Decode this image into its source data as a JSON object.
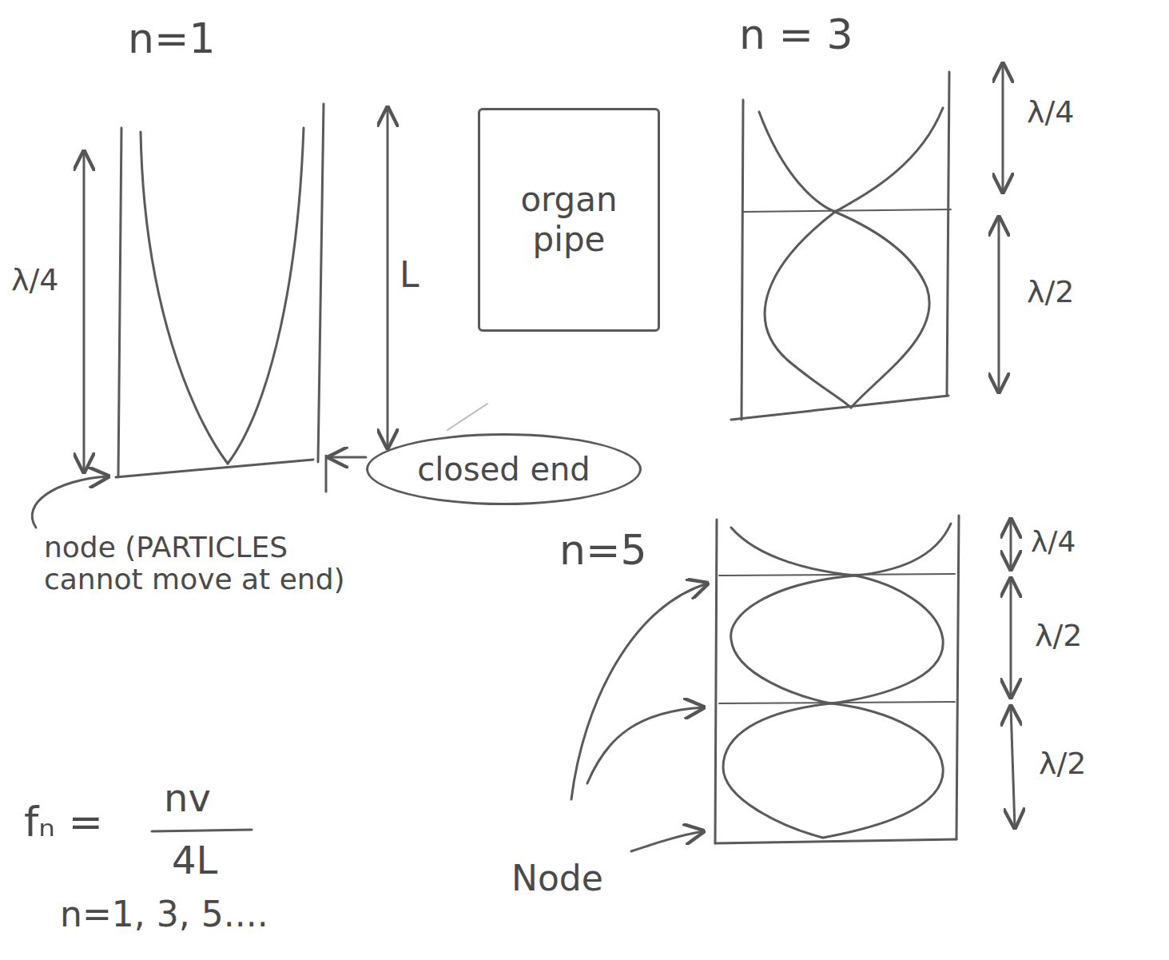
{
  "diagram": {
    "nodes": [
      {
        "text": [
          "organ pipe"
        ]
      },
      {
        "text": [
          "closed end"
        ]
      }
    ],
    "labels": [
      "n=1",
      "n = 3",
      "n=5",
      "L",
      "λ/4",
      "node (PARTICLES cannot move at end)",
      "fₙ =",
      "nv",
      "4L",
      "n=1, 3, 5....",
      "λ/4",
      "λ/2",
      "λ/4",
      "λ/2",
      "λ/2",
      "Node"
    ]
  }
}
